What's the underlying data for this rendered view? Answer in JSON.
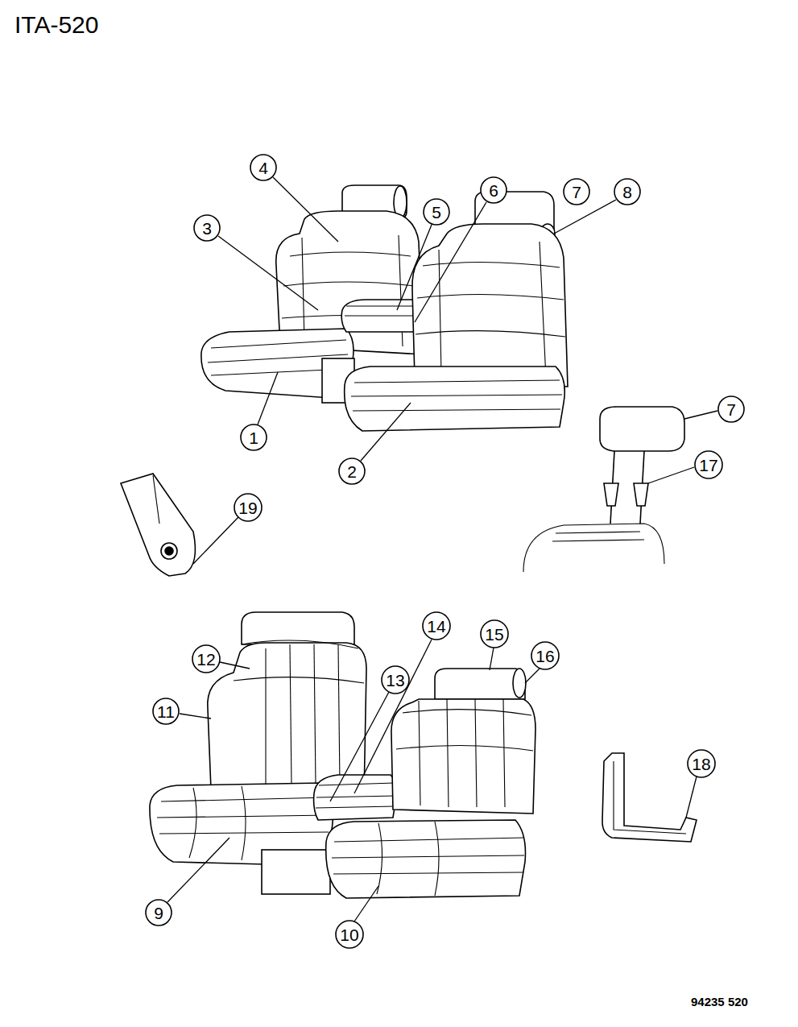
{
  "diagram": {
    "nodes": [
      {
        "text": [
          "4"
        ]
      },
      {
        "text": [
          "6"
        ]
      },
      {
        "text": [
          "7"
        ]
      },
      {
        "text": [
          "8"
        ]
      },
      {
        "text": [
          "5"
        ]
      },
      {
        "text": [
          "3"
        ]
      },
      {
        "text": [
          "7"
        ]
      },
      {
        "text": [
          "1"
        ]
      },
      {
        "text": [
          "17"
        ]
      },
      {
        "text": [
          "2"
        ]
      },
      {
        "text": [
          "19"
        ]
      },
      {
        "text": [
          "14"
        ]
      },
      {
        "text": [
          "15"
        ]
      },
      {
        "text": [
          "16"
        ]
      },
      {
        "text": [
          "12"
        ]
      },
      {
        "text": [
          "13"
        ]
      },
      {
        "text": [
          "11"
        ]
      },
      {
        "text": [
          "18"
        ]
      },
      {
        "text": [
          "9"
        ]
      },
      {
        "text": [
          "10"
        ]
      }
    ],
    "labels": [
      "ITA-520",
      "94235 520"
    ]
  }
}
